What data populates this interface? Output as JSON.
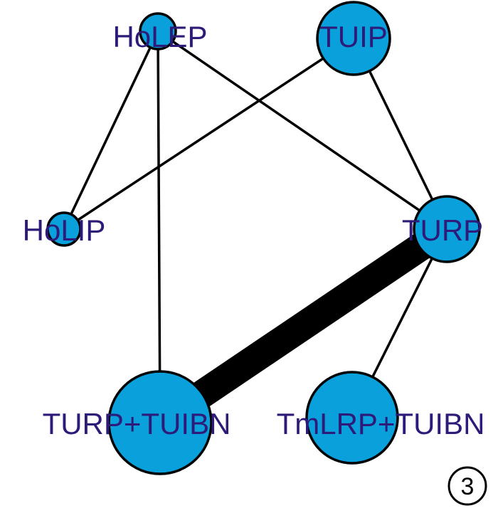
{
  "diagram": {
    "title": "",
    "panel_label": "3",
    "colors": {
      "node_fill": "#0aa0dc",
      "node_stroke": "#000000",
      "edge": "#000000",
      "label": "#2e1a78"
    },
    "nodes": [
      {
        "id": "holep",
        "label": "HoLEP"
      },
      {
        "id": "tuip",
        "label": "TUIP"
      },
      {
        "id": "holip",
        "label": "HoLIP"
      },
      {
        "id": "turp",
        "label": "TURP"
      },
      {
        "id": "turp-tuibn",
        "label": "TURP+TUIBN"
      },
      {
        "id": "tmlrp-tuibn",
        "label": "TmLRP+TUIBN"
      }
    ],
    "edges": [
      {
        "from": "holep",
        "to": "holip"
      },
      {
        "from": "holep",
        "to": "turp"
      },
      {
        "from": "holep",
        "to": "turp-tuibn"
      },
      {
        "from": "tuip",
        "to": "holip"
      },
      {
        "from": "tuip",
        "to": "turp"
      },
      {
        "from": "turp",
        "to": "tmlrp-tuibn"
      },
      {
        "from": "turp",
        "to": "turp-tuibn"
      }
    ]
  }
}
